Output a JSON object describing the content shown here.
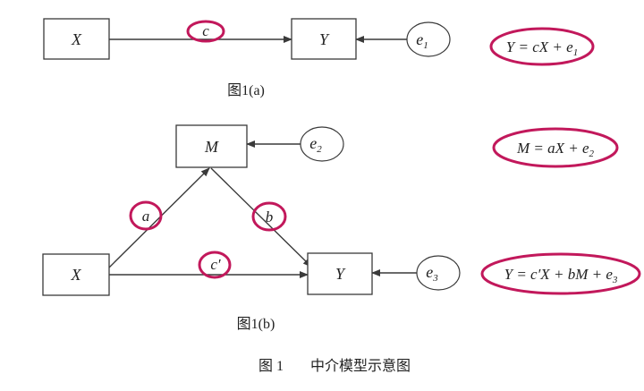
{
  "colors": {
    "highlight": "#c2185b",
    "stroke": "#3a3a3a",
    "text": "#222222"
  },
  "diagram_a": {
    "nodes": {
      "x": "X",
      "y": "Y"
    },
    "error": {
      "base": "e",
      "sub": "1"
    },
    "path_label": "c",
    "equation": {
      "lhs": "Y",
      "rhs": "cX",
      "plus": "+",
      "err": "e",
      "err_sub": "1"
    },
    "caption": "图1(a)"
  },
  "diagram_b": {
    "nodes": {
      "m": "M",
      "x": "X",
      "y": "Y"
    },
    "errors": [
      {
        "base": "e",
        "sub": "2"
      },
      {
        "base": "e",
        "sub": "3"
      }
    ],
    "path_labels": {
      "a": "a",
      "b": "b",
      "c_prime": "c′"
    },
    "equation_m": {
      "lhs": "M",
      "rhs": "aX",
      "plus": "+",
      "err": "e",
      "err_sub": "2"
    },
    "equation_y": {
      "lhs": "Y",
      "rhs1": "c′X",
      "plus1": "+",
      "rhs2": "bM",
      "plus2": "+",
      "err": "e",
      "err_sub": "3"
    },
    "caption": "图1(b)"
  },
  "figure_caption": {
    "number": "图 1",
    "title": "中介模型示意图"
  }
}
